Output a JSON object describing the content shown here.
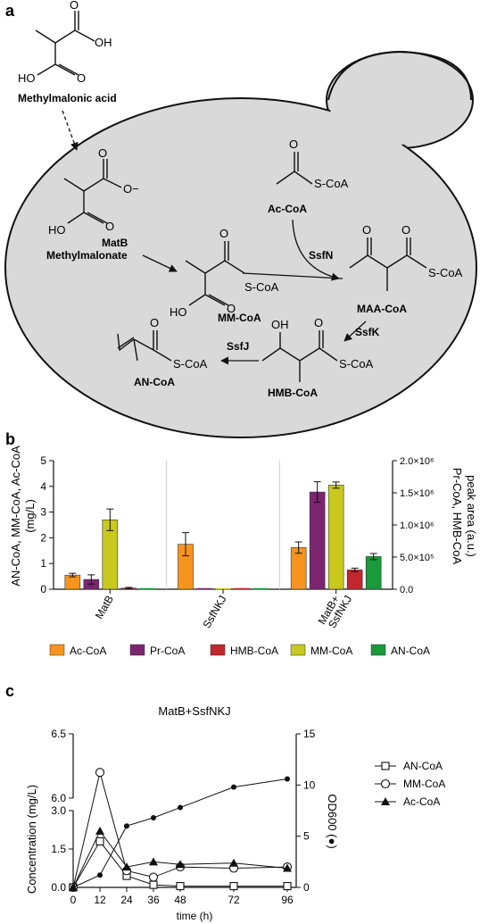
{
  "panel_a": {
    "letter": "a",
    "outside_label": "Methylmalonic acid",
    "methylmalonate_label": "Methylmalonate",
    "matb_label": "MatB",
    "mmcoa_label": "MM-CoA",
    "accoa_label": "Ac-CoA",
    "ssfn_label": "SsfN",
    "maacoa_label": "MAA-CoA",
    "ssfk_label": "SsfK",
    "hmbcoa_label": "HMB-CoA",
    "ssfj_label": "SsfJ",
    "ancoa_label": "AN-CoA",
    "scoa": "S-CoA",
    "oh": "OH",
    "ho": "HO",
    "o": "O",
    "ominus": "O−"
  },
  "panel_b": {
    "letter": "b",
    "ylabel_left": [
      "AN-CoA, MM-CoA, Ac-CoA",
      "(mg/L)"
    ],
    "ylabel_right": [
      "Pr-CoA, HMB-CoA",
      "peak area (a.u.)"
    ],
    "left_ticks": [
      "0",
      "1",
      "2",
      "3",
      "4",
      "5"
    ],
    "right_ticks": [
      "0.0",
      "5.0×10⁵",
      "1.0×10⁶",
      "1.5×10⁶",
      "2.0×10⁶"
    ],
    "groups": [
      "MatB",
      "SsfNKJ",
      "MatB+ SsfNKJ"
    ],
    "legend": [
      {
        "name": "Ac-CoA",
        "color": "#f7941d"
      },
      {
        "name": "Pr-CoA",
        "color": "#7b2570"
      },
      {
        "name": "HMB-CoA",
        "color": "#c1272d"
      },
      {
        "name": "MM-CoA",
        "color": "#c8c81e"
      },
      {
        "name": "AN-CoA",
        "color": "#1a9a3a"
      }
    ],
    "chart_data": {
      "type": "bar",
      "categories": [
        "MatB",
        "SsfNKJ",
        "MatB+ SsfNKJ"
      ],
      "ylim": [
        0,
        5
      ],
      "series": [
        {
          "name": "Ac-CoA",
          "color": "#f7941d",
          "values": [
            0.55,
            1.75,
            1.62
          ],
          "err": [
            0.07,
            0.45,
            0.22
          ]
        },
        {
          "name": "Pr-CoA",
          "color": "#7b2570",
          "values": [
            0.38,
            0.0,
            3.78
          ],
          "err": [
            0.18,
            0.0,
            0.4
          ]
        },
        {
          "name": "MM-CoA",
          "color": "#c8c81e",
          "values": [
            2.7,
            0.0,
            4.05
          ],
          "err": [
            0.42,
            0.0,
            0.12
          ]
        },
        {
          "name": "HMB-CoA",
          "color": "#c1272d",
          "values": [
            0.04,
            0.0,
            0.75
          ],
          "err": [
            0.03,
            0.0,
            0.07
          ]
        },
        {
          "name": "AN-CoA",
          "color": "#1a9a3a",
          "values": [
            0.0,
            0.0,
            1.27
          ],
          "err": [
            0.0,
            0.0,
            0.12
          ]
        }
      ]
    }
  },
  "panel_c": {
    "letter": "c",
    "title": "MatB+SsfNKJ",
    "ylabel_left": "Concentration (mg/L)",
    "ylabel_right": "OD600 (●)",
    "xlabel": "time (h)",
    "left_ticks": [
      "0.0",
      "1.5",
      "3.0",
      "6.0",
      "6.5"
    ],
    "right_ticks": [
      "0",
      "5",
      "10",
      "15"
    ],
    "x_ticks": [
      "0",
      "12",
      "24",
      "36",
      "48",
      "72",
      "96"
    ],
    "legend": [
      "AN-CoA",
      "MM-CoA",
      "Ac-CoA"
    ],
    "chart_data": {
      "type": "line",
      "x": [
        0,
        12,
        24,
        36,
        48,
        72,
        96
      ],
      "series": [
        {
          "name": "AN-CoA",
          "marker": "square",
          "values": [
            0.0,
            1.8,
            0.45,
            0.1,
            0.05,
            0.05,
            0.05
          ]
        },
        {
          "name": "MM-CoA",
          "marker": "circle-open",
          "values": [
            0.0,
            6.2,
            0.65,
            0.4,
            0.8,
            0.75,
            0.8
          ]
        },
        {
          "name": "Ac-CoA",
          "marker": "triangle",
          "values": [
            0.0,
            2.2,
            0.8,
            1.0,
            0.9,
            0.95,
            0.75
          ]
        },
        {
          "name": "OD600",
          "marker": "circle-filled",
          "axis": "right",
          "values": [
            0.0,
            1.2,
            6.0,
            6.8,
            7.8,
            9.8,
            10.6
          ]
        }
      ]
    }
  }
}
